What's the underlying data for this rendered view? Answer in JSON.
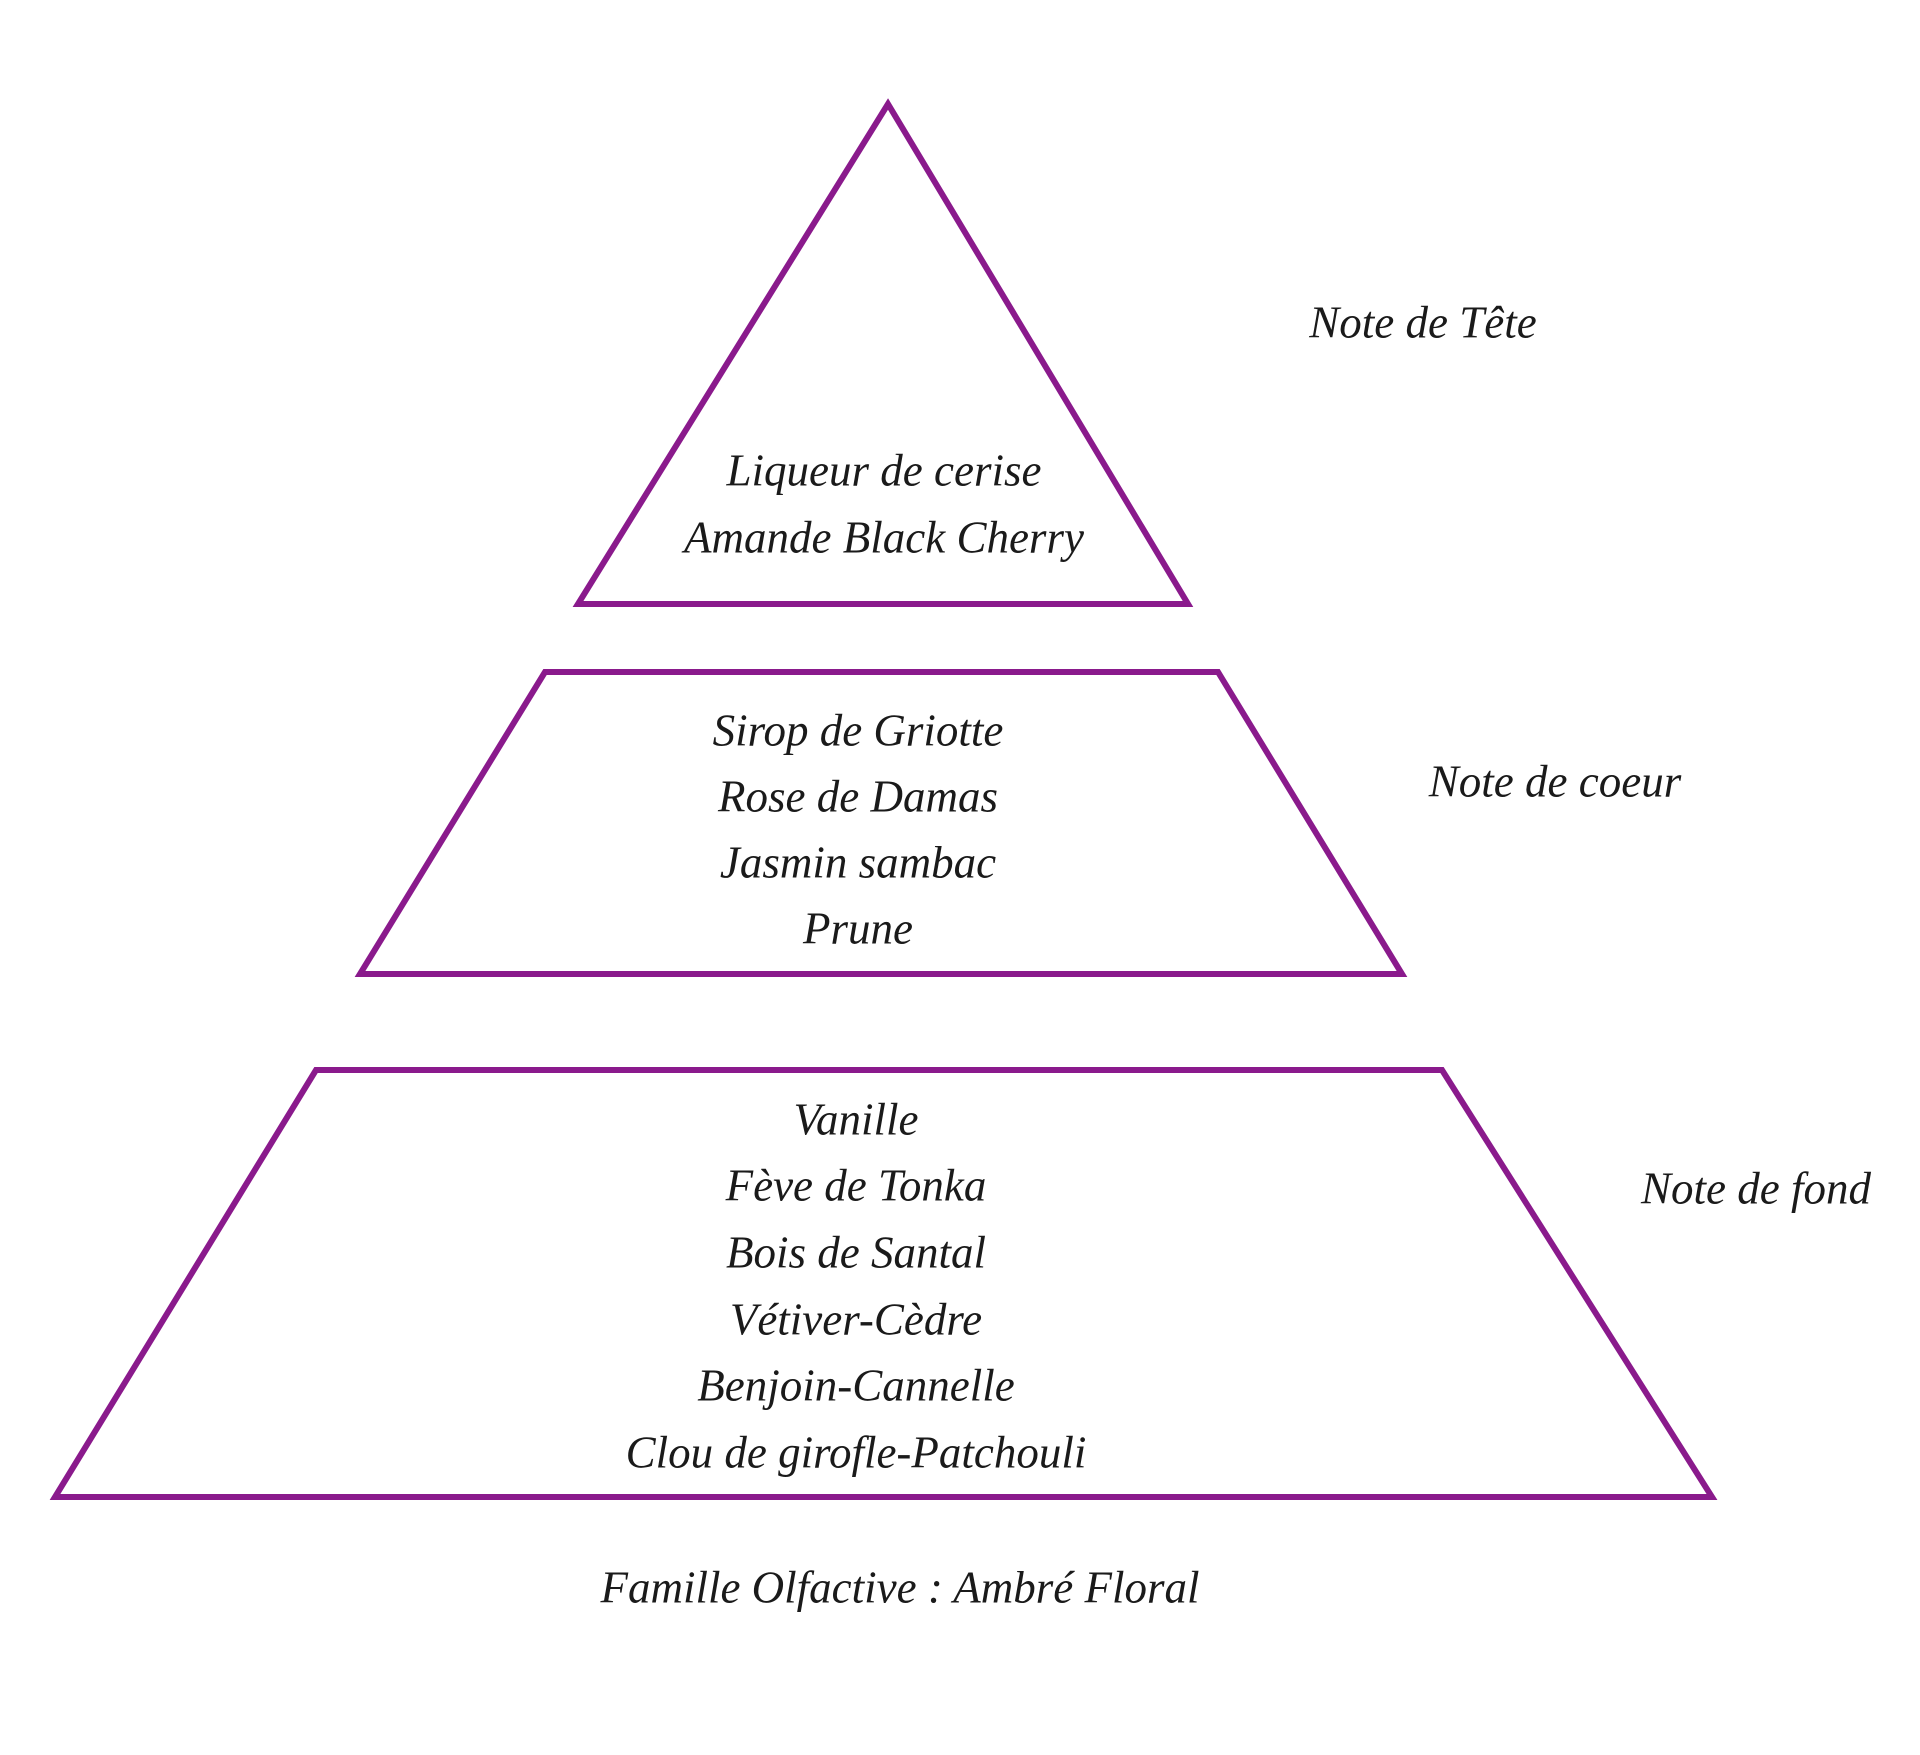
{
  "colors": {
    "outline": "#8a1a8c",
    "text": "#1a1a1a"
  },
  "top": {
    "label": "Note de Tête",
    "notes": [
      "Liqueur de cerise",
      "Amande Black Cherry"
    ]
  },
  "heart": {
    "label": "Note de coeur",
    "notes": [
      "Sirop de Griotte",
      "Rose de Damas",
      "Jasmin sambac",
      "Prune"
    ]
  },
  "base": {
    "label": "Note de fond",
    "notes": [
      "Vanille",
      "Fève de Tonka",
      "Bois de Santal",
      "Vétiver-Cèdre",
      "Benjoin-Cannelle",
      "Clou de girofle-Patchouli"
    ]
  },
  "family": "Famille Olfactive : Ambré Floral"
}
